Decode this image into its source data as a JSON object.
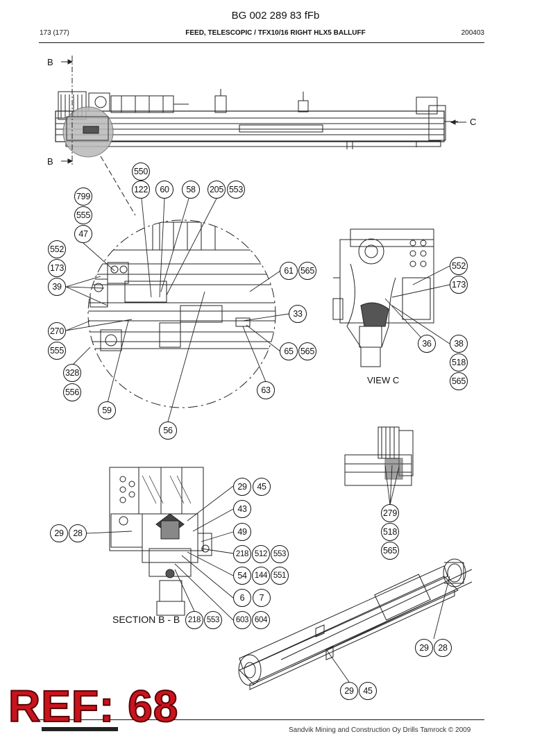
{
  "header": {
    "title": "BG 002 289 83 fFb",
    "page": "173 (177)",
    "description": "FEED, TELESCOPIC / TFX10/16 RIGHT HLX5 BALLUFF",
    "date": "200403"
  },
  "labels": {
    "b_top": "B",
    "b_bottom": "B",
    "c": "C",
    "view_c": "VIEW C",
    "section_bb": "SECTION B - B"
  },
  "balloons": {
    "b550": "550",
    "b122": "122",
    "b60": "60",
    "b58": "58",
    "b205": "205",
    "b553a": "553",
    "b799": "799",
    "b555a": "555",
    "b47": "47",
    "b552a": "552",
    "b173a": "173",
    "b39": "39",
    "b61": "61",
    "b565a": "565",
    "b33": "33",
    "b270": "270",
    "b555b": "555",
    "b65": "65",
    "b565b": "565",
    "b328": "328",
    "b556": "556",
    "b63": "63",
    "b59": "59",
    "b56": "56",
    "b552b": "552",
    "b173b": "173",
    "b36": "36",
    "b38": "38",
    "b518a": "518",
    "b565c": "565",
    "b29a": "29",
    "b45a": "45",
    "b43": "43",
    "b29b": "29",
    "b28a": "28",
    "b49": "49",
    "b218a": "218",
    "b512": "512",
    "b553b": "553",
    "b54": "54",
    "b144": "144",
    "b551": "551",
    "b6": "6",
    "b7": "7",
    "b218b": "218",
    "b553c": "553",
    "b603": "603",
    "b604": "604",
    "b279": "279",
    "b518b": "518",
    "b565d": "565",
    "b29c": "29",
    "b28b": "28",
    "b29d": "29",
    "b45b": "45"
  },
  "overlay": {
    "ref": "REF: 68"
  },
  "footer": {
    "copyright": "Sandvik Mining and Construction Oy Drills Tamrock © 2009"
  }
}
